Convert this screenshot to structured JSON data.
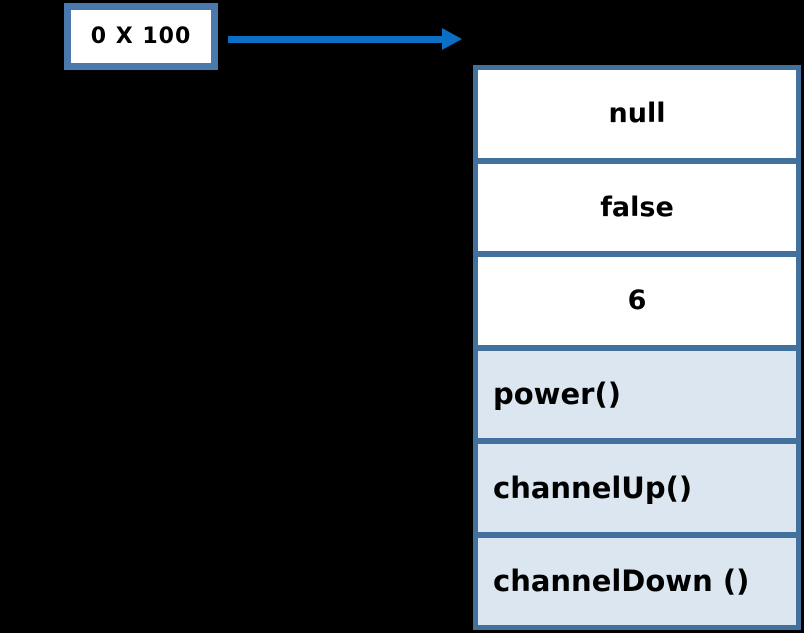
{
  "memory_box": {
    "label": "0 X 100"
  },
  "table": {
    "rows": [
      {
        "label": "null",
        "kind": "value"
      },
      {
        "label": "false",
        "kind": "value"
      },
      {
        "label": "6",
        "kind": "value"
      },
      {
        "label": "power()",
        "kind": "method"
      },
      {
        "label": "channelUp()",
        "kind": "method"
      },
      {
        "label": "channelDown ()",
        "kind": "method"
      }
    ]
  },
  "colors": {
    "background": "#000000",
    "box_border": "#4a79ad",
    "table_border": "#41719c",
    "arrow": "#0b70c4",
    "value_row_bg": "#ffffff",
    "method_row_bg": "#dce6f1",
    "text": "#000000"
  }
}
